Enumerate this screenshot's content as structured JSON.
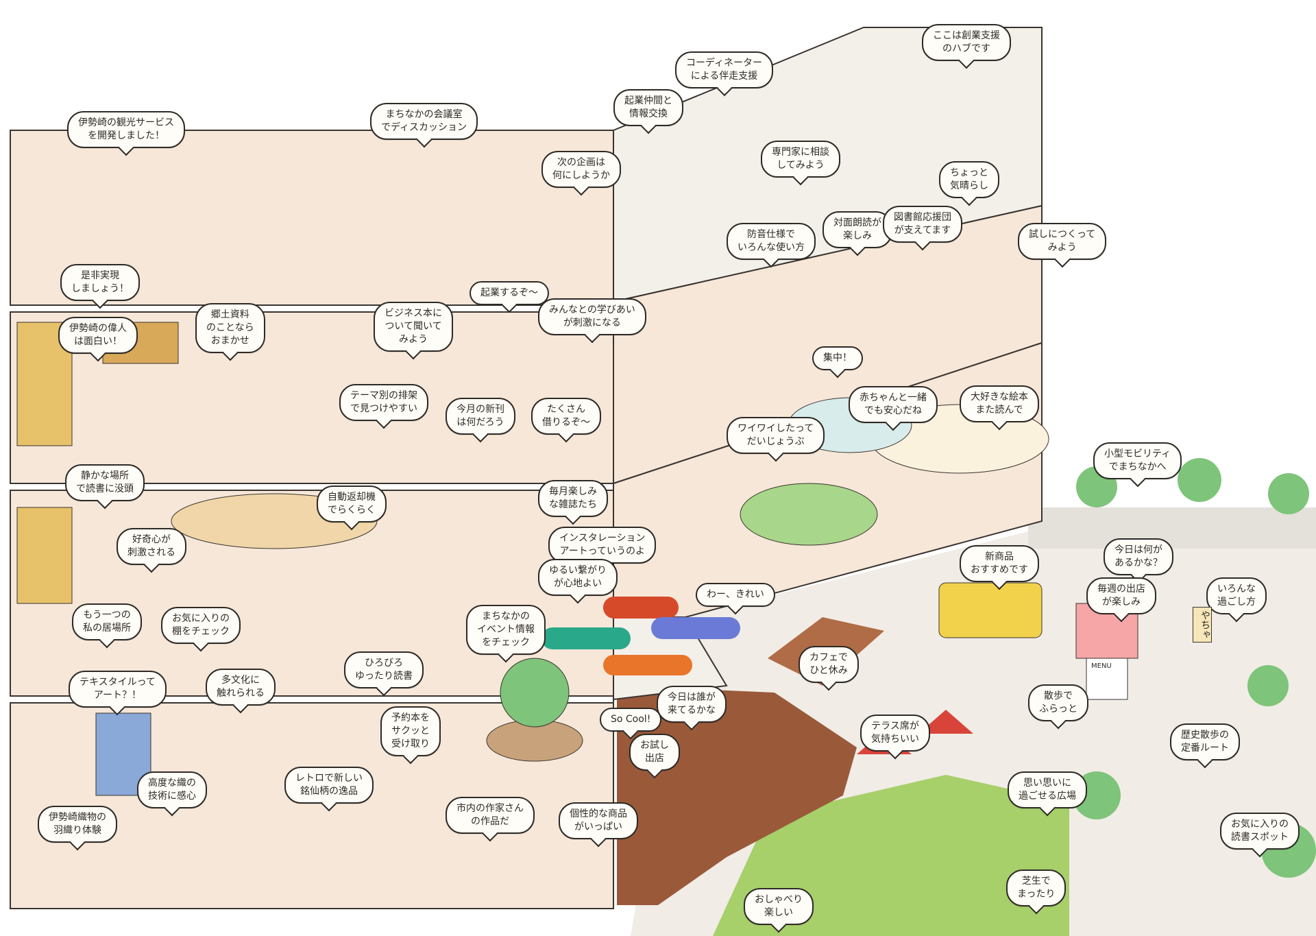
{
  "colors": {
    "floor": "#f6e7d8",
    "wall": "#f3efe9",
    "outline": "#3a3430",
    "grass": "#a7cf6a",
    "deck": "#9a5a3a",
    "tree": "#7ec47a",
    "plaza": "#f1ece6",
    "glass": "#d8ecec"
  },
  "bubbles": {
    "b01": "伊勢崎の観光サービス\nを開発しました！",
    "b02": "まちなかの会議室\nでディスカッション",
    "b03": "コーディネーター\nによる伴走支援",
    "b04": "ここは創業支援\nのハブです",
    "b05": "起業仲間と\n情報交換",
    "b06": "次の企画は\n何にしようか",
    "b07": "専門家に相談\nしてみよう",
    "b08": "ちょっと\n気晴らし",
    "b09": "是非実現\nしましょう！",
    "b10": "起業するぞ～",
    "b11": "防音仕様で\nいろんな使い方",
    "b12": "対面朗読が\n楽しみ",
    "b13": "図書館応援団\nが支えてます",
    "b14": "試しにつくって\nみよう",
    "b15": "伊勢崎の偉人\nは面白い！",
    "b16": "郷土資料\nのことなら\nおまかせ",
    "b17": "ビジネス本に\nついて聞いて\nみよう",
    "b18": "みんなとの学びあい\nが刺激になる",
    "b19": "集中！",
    "b20": "テーマ別の排架\nで見つけやすい",
    "b21": "今月の新刊\nは何だろう",
    "b22": "たくさん\n借りるぞ～",
    "b23": "赤ちゃんと一緒\nでも安心だね",
    "b24": "大好きな絵本\nまた読んで",
    "b25": "ワイワイしたって\nだいじょうぶ",
    "b26": "静かな場所\nで読書に没頭",
    "b27": "自動返却機\nでらくらく",
    "b28": "毎月楽しみ\nな雑誌たち",
    "b29": "好奇心が\n刺激される",
    "b30": "インスタレーション\nアートっていうのよ",
    "b31": "ゆるい繋がり\nが心地よい",
    "b32": "わー、きれい",
    "b33": "もう一つの\n私の居場所",
    "b34": "お気に入りの\n棚をチェック",
    "b35": "まちなかの\nイベント情報\nをチェック",
    "b36": "小型モビリティ\nでまちなかへ",
    "b37": "新商品\nおすすめです",
    "b38": "今日は何が\nあるかな？",
    "b39": "毎週の出店\nが楽しみ",
    "b40": "いろんな\n過ごし方",
    "b41": "多文化に\n触れられる",
    "b42": "ひろびろ\nゆったり読書",
    "b43": "テキスタイルって\nアート？！",
    "b44": "カフェで\nひと休み",
    "b45": "予約本を\nサクッと\n受け取り",
    "b46": "今日は誰が\n来てるかな",
    "b47": "So Cool!",
    "b48": "お試し\n出店",
    "b49": "散歩で\nふらっと",
    "b50": "テラス席が\n気持ちいい",
    "b51": "歴史散歩の\n定番ルート",
    "b52": "高度な織の\n技術に感心",
    "b53": "レトロで新しい\n銘仙柄の逸品",
    "b54": "伊勢崎織物の\n羽織り体験",
    "b55": "市内の作家さん\nの作品だ",
    "b56": "個性的な商品\nがいっぱい",
    "b57": "思い思いに\n過ごせる広場",
    "b58": "お気に入りの\n読書スポット",
    "b59": "芝生で\nまったり",
    "b60": "おしゃべり\n楽しい"
  },
  "signs": {
    "menu": "MENU",
    "shop_banner": "やちゃ"
  }
}
